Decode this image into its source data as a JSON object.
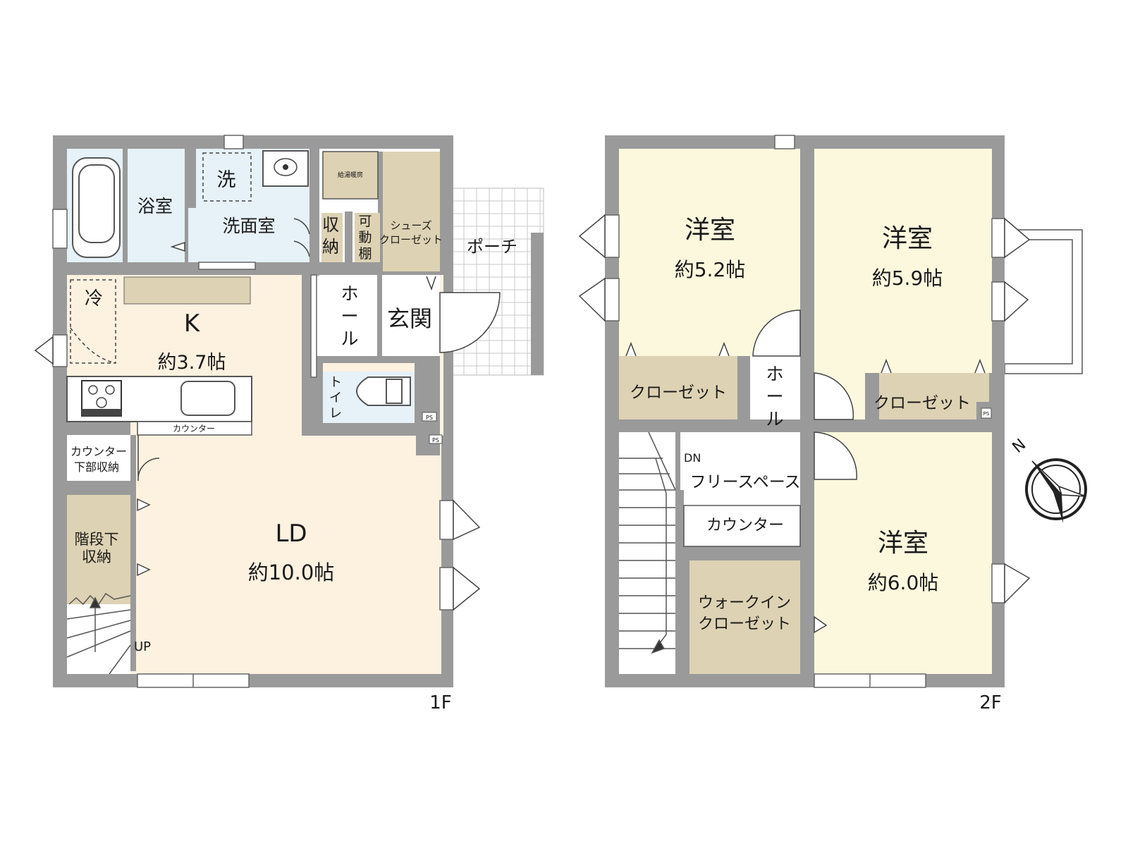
{
  "colors": {
    "wall": "#9a9a9a",
    "bath": "#e6f1f8",
    "living": "#fdf1e0",
    "bedroom": "#fcf8de",
    "storage": "#ddd2b3",
    "floor": "#ffffff",
    "line": "#444444"
  },
  "floors": [
    {
      "label": "1F"
    },
    {
      "label": "2F"
    }
  ],
  "rooms_1f": {
    "bath": "浴室",
    "washroom": "洗面室",
    "washer": "洗",
    "water_heater": "給湯暖房",
    "storage": "収納",
    "shelf": "可動棚",
    "shoe_closet_1": "シューズ",
    "shoe_closet_2": "クローゼット",
    "porch": "ポーチ",
    "hall": "ホール",
    "entrance": "玄関",
    "fridge": "冷",
    "kitchen": "K",
    "kitchen_size": "約3.7帖",
    "counter": "カウンター",
    "toilet": "トイレ",
    "ps": "PS",
    "under_counter_1": "カウンター",
    "under_counter_2": "下部収納",
    "under_stair_1": "階段下",
    "under_stair_2": "収納",
    "ld": "LD",
    "ld_size": "約10.0帖",
    "up": "UP"
  },
  "rooms_2f": {
    "western_a": "洋室",
    "western_a_size": "約5.2帖",
    "western_b": "洋室",
    "western_b_size": "約5.9帖",
    "western_c": "洋室",
    "western_c_size": "約6.0帖",
    "closet_a": "クローゼット",
    "closet_b": "クローゼット",
    "hall": "ホール",
    "dn": "DN",
    "free_space": "フリースペース",
    "counter": "カウンター",
    "wic_1": "ウォークイン",
    "wic_2": "クローゼット",
    "ps": "PS"
  },
  "compass": {
    "label": "N"
  }
}
